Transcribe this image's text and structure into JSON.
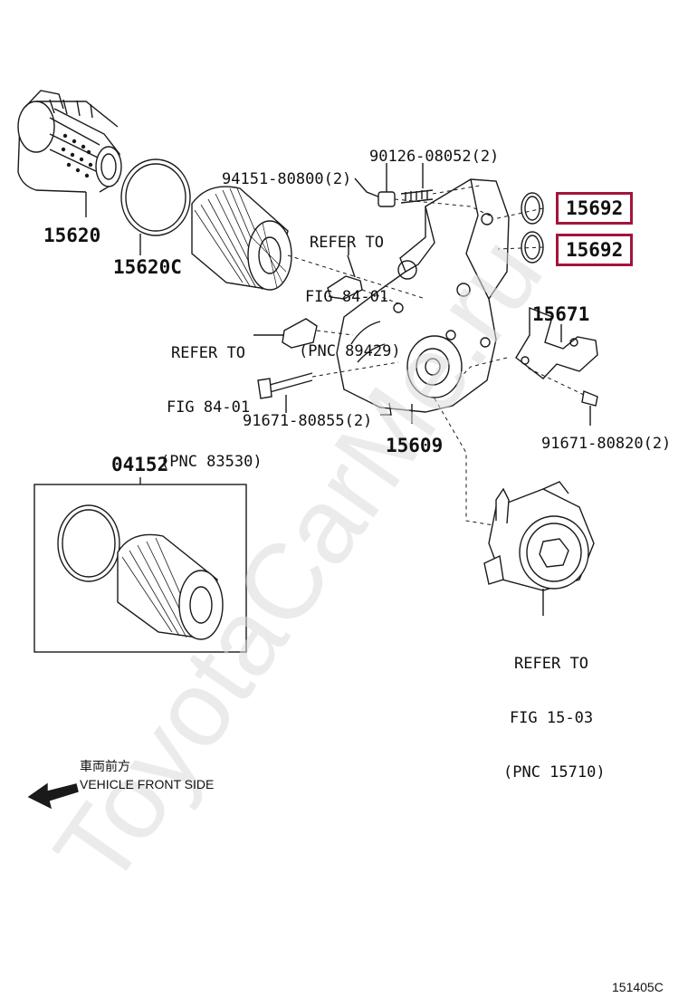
{
  "parts": {
    "cap": "15620",
    "cap_gasket": "15620C",
    "union_bolt": "94151-80800(2)",
    "stud": "90126-08052(2)",
    "oring_top": "15692",
    "oring_bottom": "15692",
    "bracket": "15671",
    "housing": "15609",
    "bolt_long": "91671-80855(2)",
    "bolt_bracket": "91671-80820(2)",
    "kit": "04152"
  },
  "refs": {
    "sensor_top": [
      "REFER TO",
      "FIG 84-01",
      "(PNC 89429)"
    ],
    "switch_left": [
      "REFER TO",
      "FIG 84-01",
      "(PNC 83530)"
    ],
    "cooler": [
      "REFER TO",
      "FIG 15-03",
      "(PNC 15710)"
    ]
  },
  "direction": {
    "jp": "車両前方",
    "en": "VEHICLE FRONT SIDE"
  },
  "figure_id": "151405C",
  "watermark": "ToyotaCarMe.ru",
  "colors": {
    "highlight": "#a3153a",
    "line": "#1a1a1a"
  }
}
